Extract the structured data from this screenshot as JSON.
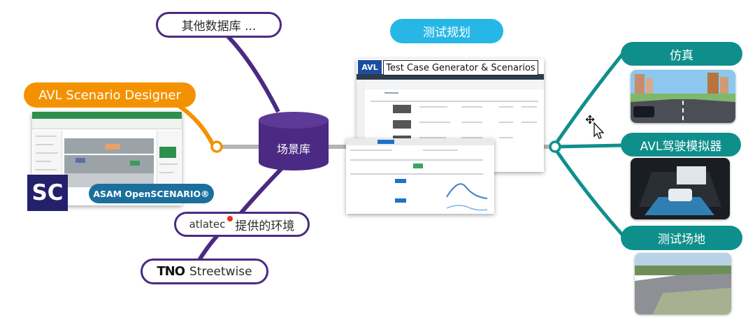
{
  "center": {
    "label": "场景库"
  },
  "left_top": {
    "other_db_label": "其他数据库 ..."
  },
  "scenario_designer": {
    "label": "AVL Scenario Designer",
    "logo_text": "SC",
    "asam_label": "ASAM OpenSCENARIO®"
  },
  "atlatec": {
    "brand": "atlatec",
    "label": "提供的环境"
  },
  "tno": {
    "brand": "TNO",
    "label": "Streetwise"
  },
  "test_planning": {
    "label": "测试规划",
    "window_title": "Test Case Generator & Scenarios",
    "logo_text": "AVL"
  },
  "right": {
    "simulation_label": "仿真",
    "driving_simulator_label": "AVL驾驶模拟器",
    "test_field_label": "测试场地"
  },
  "colors": {
    "purple": "#4a2a83",
    "orange": "#f39200",
    "gray": "#b5b5b5",
    "teal": "#0f8f8c",
    "blue": "#27b7e6"
  }
}
